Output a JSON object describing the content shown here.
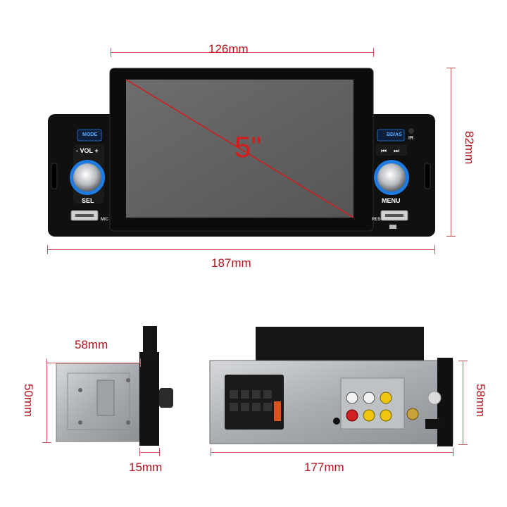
{
  "dimensions": {
    "screen_width": "126mm",
    "unit_height": "82mm",
    "unit_width": "187mm",
    "side_depth": "58mm",
    "side_height": "50mm",
    "faceplate_thickness": "15mm",
    "chassis_length": "177mm",
    "rear_height": "58mm"
  },
  "screen": {
    "size_label": "5\""
  },
  "left_panel": {
    "mode_label": "MODE",
    "vol_label": "- VOL +",
    "sel_label": "SEL",
    "mic_label": "MIC"
  },
  "right_panel": {
    "bd_label": "BD/AS",
    "ir_label": "IR",
    "menu_label": "MENU",
    "res_label": "RES"
  },
  "colors": {
    "dimension": "#b5121b",
    "knob_ring": "#1e7be0",
    "screen": "#5f5f5f"
  }
}
